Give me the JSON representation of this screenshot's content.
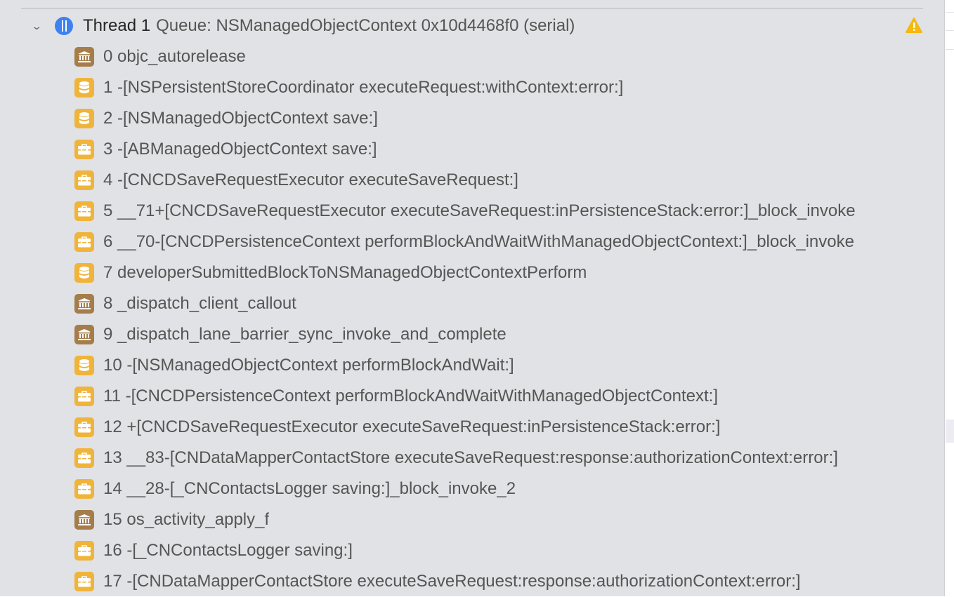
{
  "thread": {
    "name": "Thread 1",
    "queue": "Queue: NSManagedObjectContext 0x10d4468f0 (serial)",
    "warning_icon": "warning-icon"
  },
  "frames": [
    {
      "label": "0 objc_autorelease",
      "icon": "lib"
    },
    {
      "label": "1 -[NSPersistentStoreCoordinator executeRequest:withContext:error:]",
      "icon": "db"
    },
    {
      "label": "2 -[NSManagedObjectContext save:]",
      "icon": "db"
    },
    {
      "label": "3 -[ABManagedObjectContext save:]",
      "icon": "app"
    },
    {
      "label": "4 -[CNCDSaveRequestExecutor executeSaveRequest:]",
      "icon": "app"
    },
    {
      "label": "5 __71+[CNCDSaveRequestExecutor executeSaveRequest:inPersistenceStack:error:]_block_invoke",
      "icon": "app"
    },
    {
      "label": "6 __70-[CNCDPersistenceContext performBlockAndWaitWithManagedObjectContext:]_block_invoke",
      "icon": "app"
    },
    {
      "label": "7 developerSubmittedBlockToNSManagedObjectContextPerform",
      "icon": "db"
    },
    {
      "label": "8 _dispatch_client_callout",
      "icon": "lib"
    },
    {
      "label": "9 _dispatch_lane_barrier_sync_invoke_and_complete",
      "icon": "lib"
    },
    {
      "label": "10 -[NSManagedObjectContext performBlockAndWait:]",
      "icon": "db"
    },
    {
      "label": "11 -[CNCDPersistenceContext performBlockAndWaitWithManagedObjectContext:]",
      "icon": "app"
    },
    {
      "label": "12 +[CNCDSaveRequestExecutor executeSaveRequest:inPersistenceStack:error:]",
      "icon": "app"
    },
    {
      "label": "13 __83-[CNDataMapperContactStore executeSaveRequest:response:authorizationContext:error:]",
      "icon": "app"
    },
    {
      "label": "14 __28-[_CNContactsLogger saving:]_block_invoke_2",
      "icon": "app"
    },
    {
      "label": "15 os_activity_apply_f",
      "icon": "lib"
    },
    {
      "label": "16 -[_CNContactsLogger saving:]",
      "icon": "app"
    },
    {
      "label": "17 -[CNDataMapperContactStore executeSaveRequest:response:authorizationContext:error:]",
      "icon": "app"
    }
  ]
}
